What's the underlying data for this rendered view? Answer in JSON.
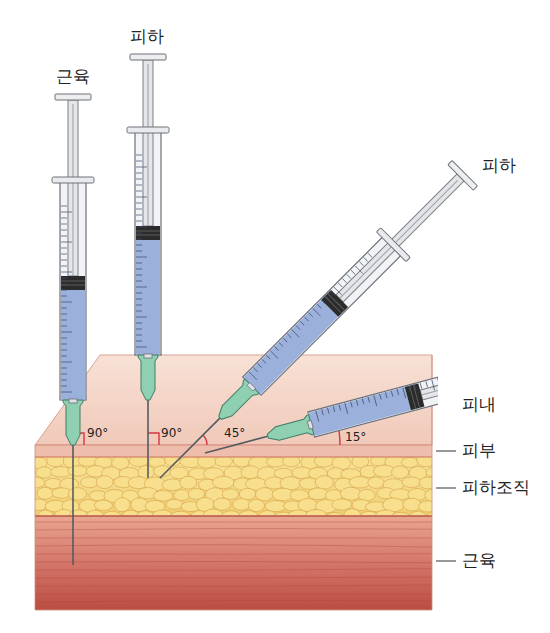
{
  "diagram": {
    "labels": [
      "근육",
      "피하",
      "피하",
      "피내",
      "90°",
      "90°",
      "45°",
      "15°",
      "피부",
      "피하조직",
      "근육"
    ]
  }
}
